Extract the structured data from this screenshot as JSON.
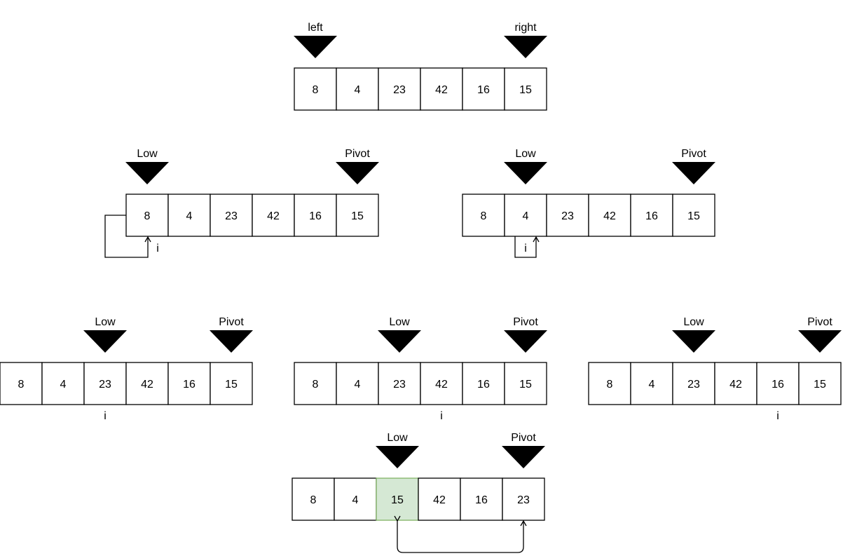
{
  "colors": {
    "highlight_fill": "#d5e8d4",
    "highlight_stroke": "#82b366",
    "stroke": "#000000"
  },
  "panels": [
    {
      "values": [
        "8",
        "4",
        "23",
        "42",
        "16",
        "15"
      ],
      "markers": [
        {
          "label": "left",
          "cell": 0
        },
        {
          "label": "right",
          "cell": 5
        }
      ]
    },
    {
      "values": [
        "8",
        "4",
        "23",
        "42",
        "16",
        "15"
      ],
      "markers": [
        {
          "label": "Low",
          "cell": 0
        },
        {
          "label": "Pivot",
          "cell": 5
        }
      ],
      "index_label": "i",
      "index_cell": 0
    },
    {
      "values": [
        "8",
        "4",
        "23",
        "42",
        "16",
        "15"
      ],
      "markers": [
        {
          "label": "Low",
          "cell": 1
        },
        {
          "label": "Pivot",
          "cell": 5
        }
      ],
      "index_label": "i",
      "index_cell": 1
    },
    {
      "values": [
        "8",
        "4",
        "23",
        "42",
        "16",
        "15"
      ],
      "markers": [
        {
          "label": "Low",
          "cell": 2
        },
        {
          "label": "Pivot",
          "cell": 5
        }
      ],
      "index_label": "i",
      "index_cell": 2
    },
    {
      "values": [
        "8",
        "4",
        "23",
        "42",
        "16",
        "15"
      ],
      "markers": [
        {
          "label": "Low",
          "cell": 2
        },
        {
          "label": "Pivot",
          "cell": 5
        }
      ],
      "index_label": "i",
      "index_cell": 3
    },
    {
      "values": [
        "8",
        "4",
        "23",
        "42",
        "16",
        "15"
      ],
      "markers": [
        {
          "label": "Low",
          "cell": 2
        },
        {
          "label": "Pivot",
          "cell": 5
        }
      ],
      "index_label": "i",
      "index_cell": 4
    },
    {
      "values": [
        "8",
        "4",
        "15",
        "42",
        "16",
        "23"
      ],
      "markers": [
        {
          "label": "Low",
          "cell": 2
        },
        {
          "label": "Pivot",
          "cell": 5
        }
      ],
      "highlight_cell": 2,
      "swap": [
        2,
        5
      ]
    }
  ]
}
